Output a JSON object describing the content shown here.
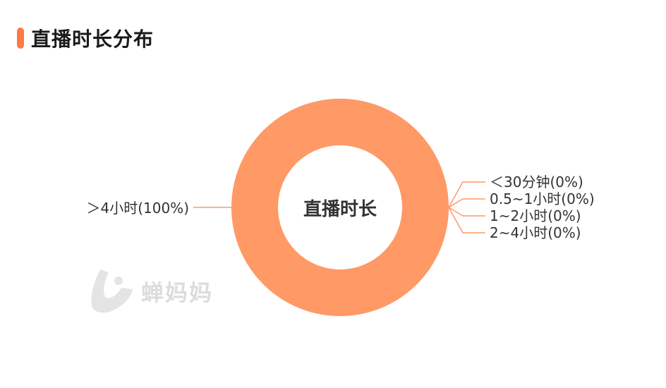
{
  "header": {
    "title": "直播时长分布"
  },
  "chart_data": {
    "type": "pie",
    "variant": "donut",
    "center_label": "直播时长",
    "slices": [
      {
        "label": "＞4小时",
        "value": 100,
        "display": "＞4小时(100%)"
      },
      {
        "label": "＜30分钟",
        "value": 0,
        "display": "＜30分钟(0%)"
      },
      {
        "label": "0.5~1小时",
        "value": 0,
        "display": "0.5~1小时(0%)"
      },
      {
        "label": "1~2小时",
        "value": 0,
        "display": "1~2小时(0%)"
      },
      {
        "label": "2~4小时",
        "value": 0,
        "display": "2~4小时(0%)"
      }
    ],
    "colors": {
      "primary": "#ff9966",
      "leader_line": "#ff9966",
      "label_text": "#333333"
    }
  },
  "watermark": {
    "text": "蝉妈妈",
    "icon": "cicada-logo-icon"
  }
}
